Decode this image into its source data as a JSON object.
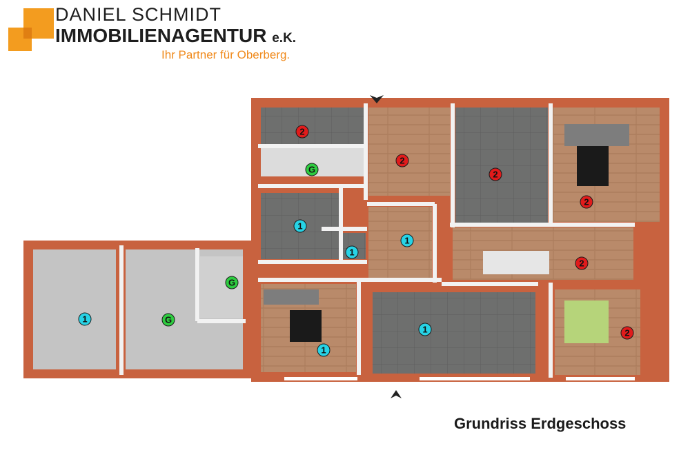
{
  "brand": {
    "line1": "DANIEL SCHMIDT",
    "line2": "IMMOBILIENAGENTUR",
    "suffix": "e.K.",
    "slogan": "Ihr Partner für Oberberg.",
    "colors": {
      "orange": "#f39c1f",
      "text": "#1e1e1e",
      "slogan": "#f08a1c"
    }
  },
  "caption": "Grundriss Erdgeschoss",
  "floor_plan": {
    "unit_colors": {
      "1": "#27d3e6",
      "2": "#e11b1b",
      "G": "#2ecc40"
    },
    "markers": [
      "2",
      "G",
      "2",
      "2",
      "2",
      "1",
      "1",
      "1",
      "2",
      "G",
      "1",
      "G",
      "1",
      "1",
      "2"
    ],
    "colors": {
      "wall": "#c8623f",
      "wall_top": "#f2f2f2",
      "wood": "#b98a6a",
      "tile": "#6d6e6d",
      "garage": "#c4c4c4"
    }
  }
}
